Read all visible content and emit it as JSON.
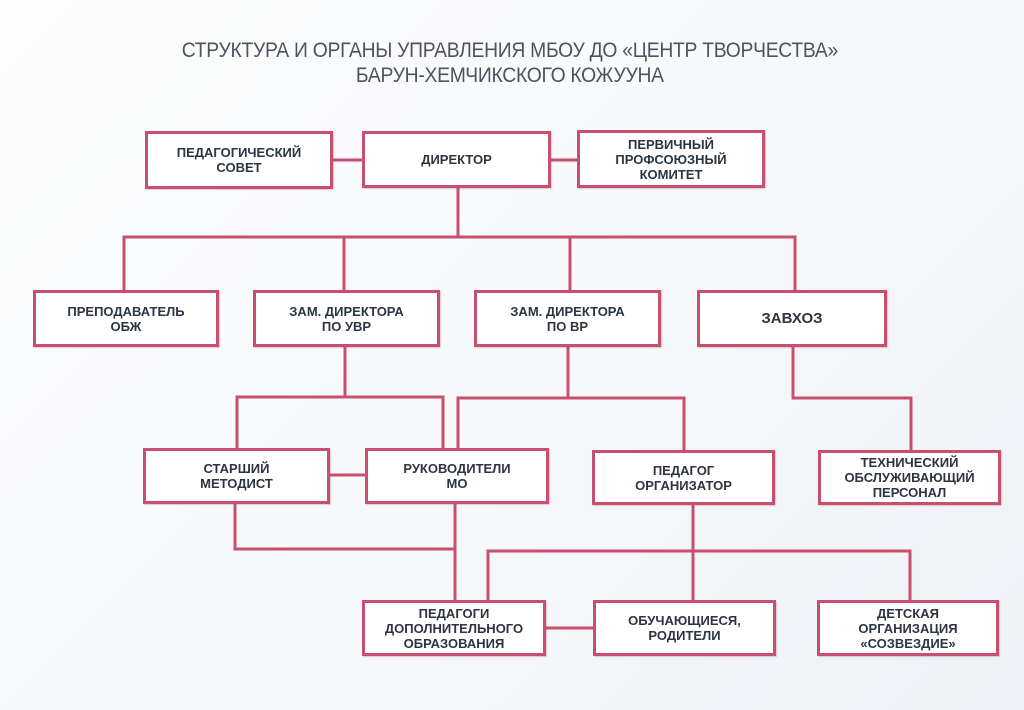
{
  "title": {
    "line1": "СТРУКТУРА И ОРГАНЫ УПРАВЛЕНИЯ МБОУ ДО «ЦЕНТР ТВОРЧЕСТВА»",
    "line2": "БАРУН-ХЕМЧИКСКОГО КОЖУУНА"
  },
  "colors": {
    "border": "#c8506e",
    "text": "#2c3540",
    "title": "#4a5560"
  },
  "nodes": {
    "ped_sovet": "ПЕДАГОГИЧЕСКИЙ\nСОВЕТ",
    "director": "ДИРЕКТОР",
    "profkom": "ПЕРВИЧНЫЙ\nПРОФСОЮЗНЫЙ\nКОМИТЕТ",
    "obzh": "ПРЕПОДАВАТЕЛЬ\nОБЖ",
    "zam_uvr": "ЗАМ. ДИРЕКТОРА\nПО УВР",
    "zam_vr": "ЗАМ. ДИРЕКТОРА\nПО ВР",
    "zavhoz": "ЗАВХОЗ",
    "metodist": "СТАРШИЙ\nМЕТОДИСТ",
    "ruk_mo": "РУКОВОДИТЕЛИ\nМО",
    "ped_org": "ПЕДАГОГ\nОРГАНИЗАТОР",
    "tech": "ТЕХНИЧЕСКИЙ\nОБСЛУЖИВАЮЩИЙ\nПЕРСОНАЛ",
    "ped_dop": "ПЕДАГОГИ\nДОПОЛНИТЕЛЬНОГО\nОБРАЗОВАНИЯ",
    "students": "ОБУЧАЮЩИЕСЯ,\nРОДИТЕЛИ",
    "child_org": "ДЕТСКАЯ\nОРГАНИЗАЦИЯ\n«СОЗВЕЗДИЕ»"
  }
}
